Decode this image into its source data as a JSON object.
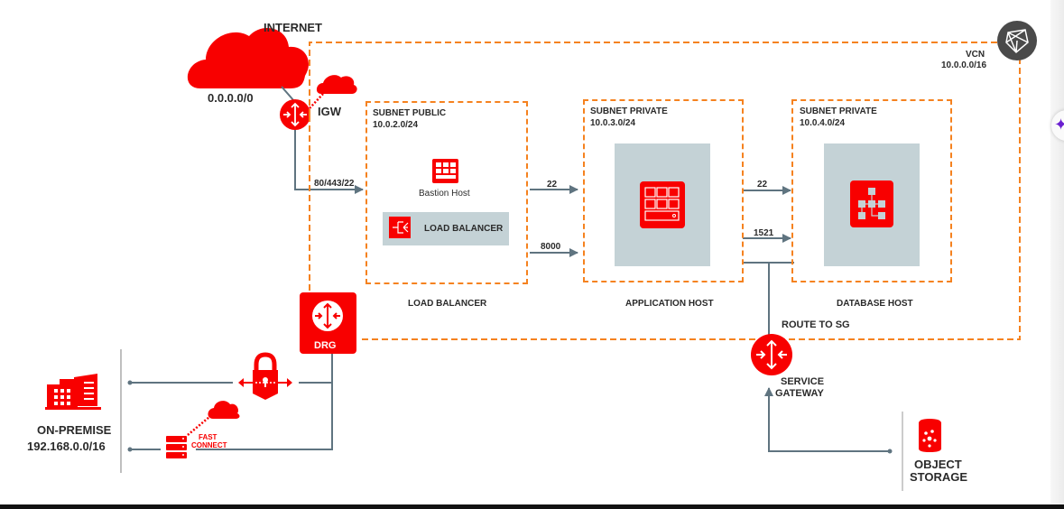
{
  "internet": {
    "title": "INTERNET",
    "cidr": "0.0.0.0/0"
  },
  "igw": {
    "label": "IGW"
  },
  "vcn": {
    "label": "VCN",
    "cidr": "10.0.0.0/16"
  },
  "subnets": {
    "public": {
      "title": "SUBNET PUBLIC",
      "cidr": "10.0.2.0/24",
      "caption": "LOAD BALANCER",
      "bastion_label": "Bastion Host",
      "lb_label": "LOAD BALANCER"
    },
    "app": {
      "title": "SUBNET PRIVATE",
      "cidr": "10.0.3.0/24",
      "caption": "APPLICATION HOST"
    },
    "db": {
      "title": "SUBNET PRIVATE",
      "cidr": "10.0.4.0/24",
      "caption": "DATABASE HOST"
    }
  },
  "ports": {
    "internet_in": "80/443/22",
    "to_app_ssh": "22",
    "to_app_http": "8000",
    "to_db_ssh": "22",
    "to_db_sql": "1521"
  },
  "drg": {
    "label": "DRG"
  },
  "route": {
    "label": "ROUTE TO SG"
  },
  "service_gateway": {
    "line1": "SERVICE",
    "line2": "GATEWAY"
  },
  "object_storage": {
    "line1": "OBJECT",
    "line2": "STORAGE"
  },
  "on_premise": {
    "title": "ON-PREMISE",
    "cidr": "192.168.0.0/16"
  },
  "fast_connect": {
    "line1": "FAST",
    "line2": "CONNECT"
  },
  "colors": {
    "oracle_red": "#f80000",
    "dash_orange": "#f5821f",
    "line_grey": "#5f7480",
    "host_bg": "#c4d2d6",
    "vcn_badge": "#4a4a4a"
  },
  "fab": {
    "icon": "sparkle-icon"
  }
}
